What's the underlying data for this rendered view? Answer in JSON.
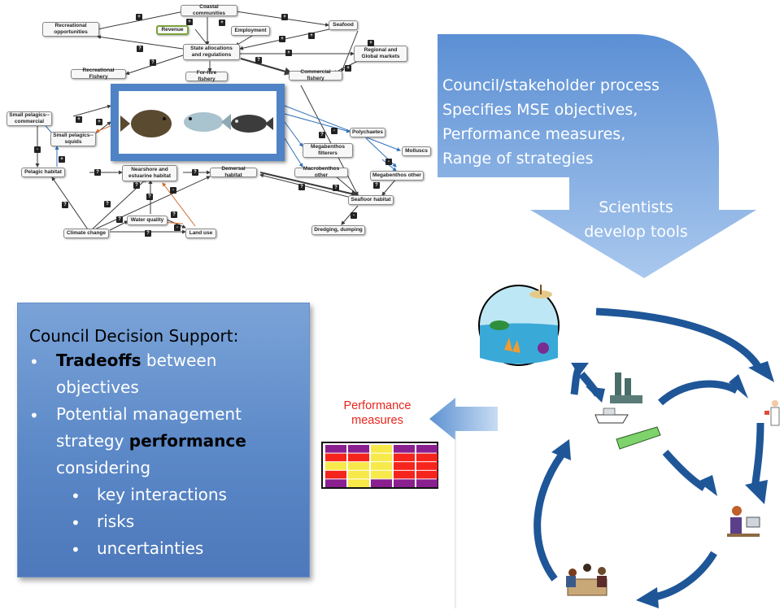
{
  "model_nodes": {
    "coastal_communities": "Coastal communities",
    "recreational_opportunities": "Recreational opportunities",
    "revenue": "Revenue",
    "employment": "Employment",
    "seafood": "Seafood",
    "state_allocations": "State allocations and regulations",
    "regional_global_markets": "Regional and Global markets",
    "recreational_fishery": "Recreational Fishery",
    "for_hire_fishery": "For-hire fishery",
    "commercial_fishery": "Commercial fishery",
    "small_pelagics_commercial": "Small pelagics--commercial",
    "small_pelagics_squids": "Small pelagics--squids",
    "polychaetes": "Polychaetes",
    "megabenthos_filterers": "Megabenthos filterers",
    "molluscs": "Molluscs",
    "macrobenthos_other": "Macrobenthos other",
    "megabenthos_other": "Megabenthos other",
    "pelagic_habitat": "Pelagic habitat",
    "nearshore_estuarine_habitat": "Nearshore and estuarine habitat",
    "demersal_habitat": "Demersal habitat",
    "seafloor_habitat": "Seafloor habitat",
    "water_quality": "Water quality",
    "climate_change": "Climate change",
    "land_use": "Land use",
    "dredging_dumping": "Dredging, dumping"
  },
  "link_signs": {
    "plus": "+",
    "minus": "-",
    "unknown": "?"
  },
  "process_arrow": {
    "lines": [
      "Council/stakeholder process",
      "Specifies MSE objectives,",
      "Performance measures,",
      "Range of strategies"
    ],
    "scientists_lines": [
      "Scientists",
      "develop tools"
    ]
  },
  "decision_support": {
    "heading": "Council Decision Support:",
    "bullet1_bold": "Tradeoffs",
    "bullet1_rest": " between",
    "bullet1_line2": "objectives",
    "bullet2_line1": "Potential management",
    "bullet2_line2_pre": "strategy ",
    "bullet2_line2_bold": "performance",
    "bullet2_line3": "considering",
    "sub_bullets": [
      "key interactions",
      "risks",
      "uncertainties"
    ],
    "bullet_char": "•"
  },
  "performance_measures": {
    "label_line1": "Performance",
    "label_line2": "measures"
  },
  "colors": {
    "accent_blue": "#4f83c6",
    "arrow_dark_blue": "#1e5698",
    "label_red": "#e8251b",
    "grid_red": "#f5241c",
    "grid_yellow": "#f7e94a",
    "grid_purple": "#8a1f8f"
  }
}
